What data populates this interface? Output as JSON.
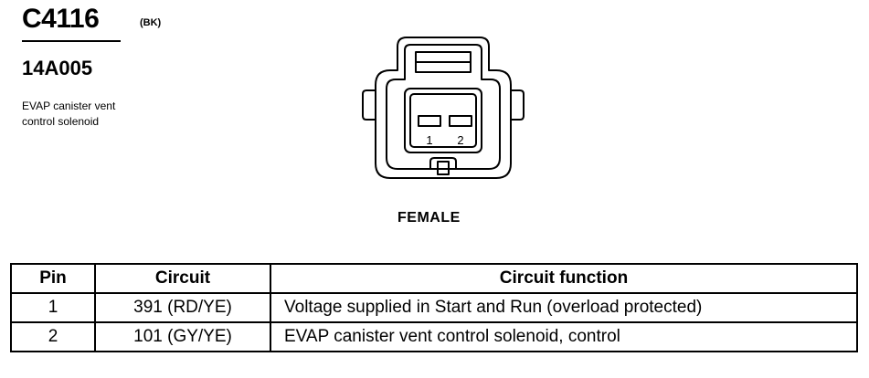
{
  "connector": {
    "id": "C4116",
    "color_code": "(BK)",
    "part_number": "14A005",
    "description_lines": [
      "EVAP canister vent",
      "control solenoid"
    ]
  },
  "diagram": {
    "pin_labels": [
      "1",
      "2"
    ],
    "gender": "FEMALE"
  },
  "table": {
    "headers": {
      "pin": "Pin",
      "circuit": "Circuit",
      "function": "Circuit function"
    },
    "rows": [
      {
        "pin": "1",
        "circuit": "391 (RD/YE)",
        "function": "Voltage supplied in Start and Run (overload protected)"
      },
      {
        "pin": "2",
        "circuit": "101 (GY/YE)",
        "function": "EVAP canister vent control solenoid, control"
      }
    ]
  }
}
